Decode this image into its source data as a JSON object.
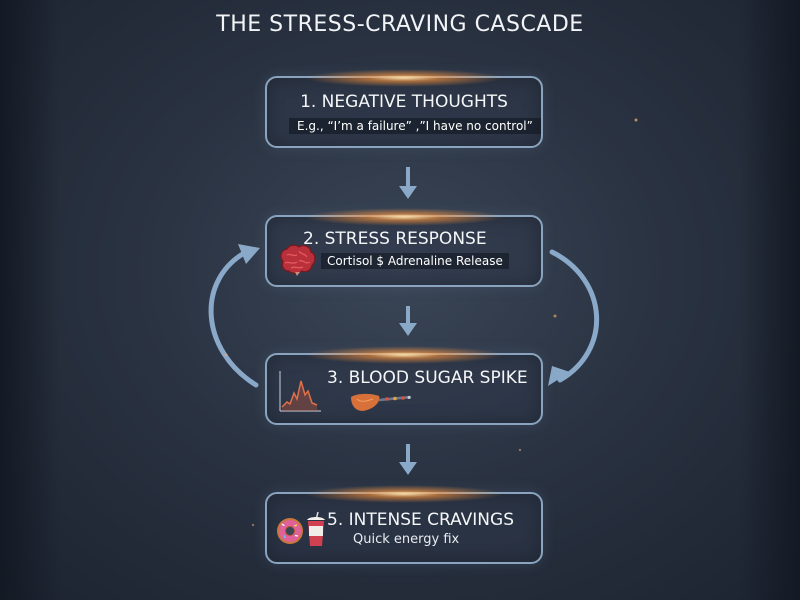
{
  "title": "THE STRESS-CRAVING CASCADE",
  "steps": [
    {
      "title": "1. NEGATIVE THOUGHTS",
      "subtitle": "E.g., “I’m a failure” ,”I have no control”"
    },
    {
      "title": "2. STRESS RESPONSE",
      "subtitle": "Cortisol $ Adrenaline Release",
      "icon": "brain-icon"
    },
    {
      "title": "3. BLOOD SUGAR SPIKE",
      "icons": [
        "spike-chart-icon",
        "liver-icon"
      ]
    },
    {
      "title": "5. INTENSE CRAVINGS",
      "subtitle": "Quick energy fix",
      "icons": [
        "donut-icon",
        "drink-cup-icon"
      ]
    }
  ],
  "colors": {
    "arrow": "#8aa8c8",
    "border": "#8aa4bf",
    "glow": "#ff9a40"
  }
}
